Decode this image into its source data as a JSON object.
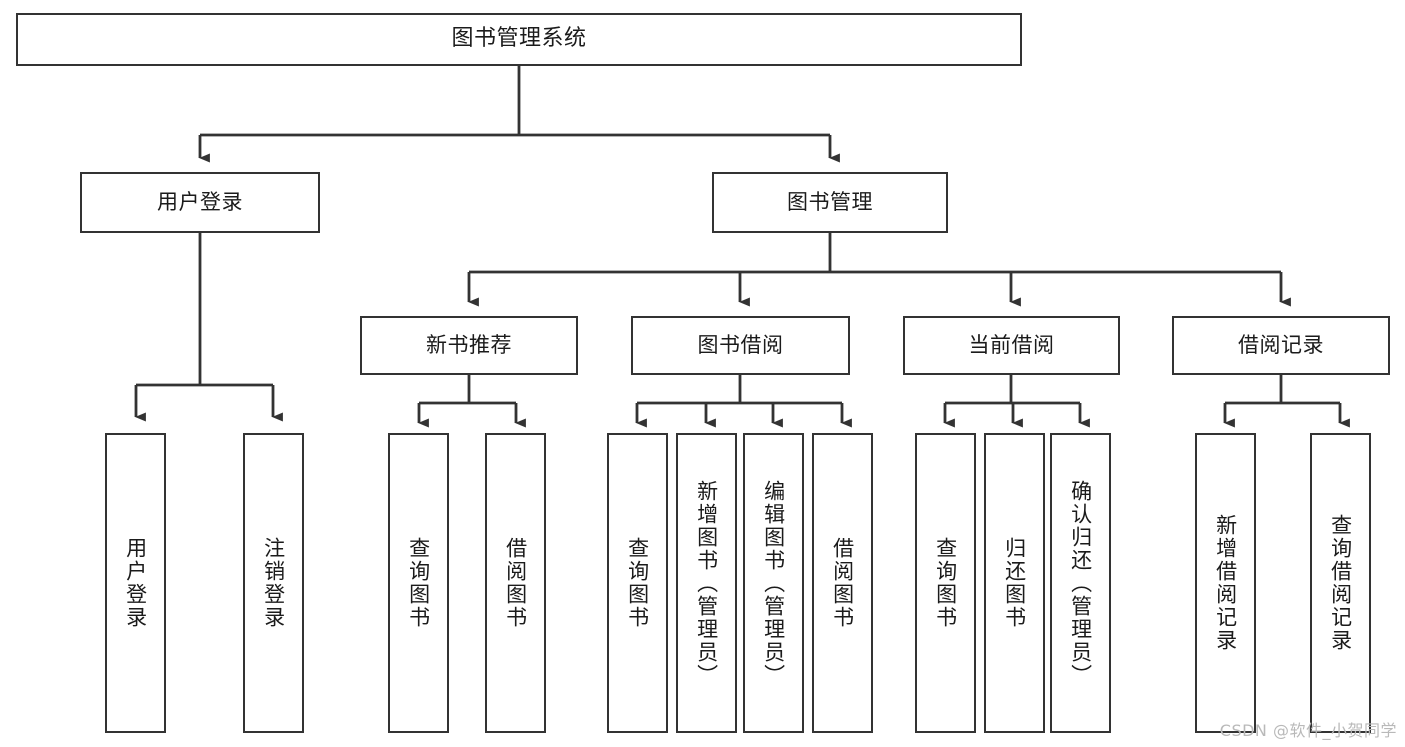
{
  "diagram": {
    "title": "图书管理系统",
    "type": "hierarchy-tree",
    "colors": {
      "background": "#ffffff",
      "border": "#333333",
      "text": "#1b1b1b",
      "connector": "#333333",
      "watermark": "#b9b9b9"
    },
    "root": {
      "label": "图书管理系统"
    },
    "level2": [
      {
        "label": "用户登录"
      },
      {
        "label": "图书管理"
      }
    ],
    "level3": [
      {
        "label": "新书推荐"
      },
      {
        "label": "图书借阅"
      },
      {
        "label": "当前借阅"
      },
      {
        "label": "借阅记录"
      }
    ],
    "leaves_user_login": [
      {
        "label": "用户登录"
      },
      {
        "label": "注销登录"
      }
    ],
    "leaves_new_book": [
      {
        "label": "查询图书"
      },
      {
        "label": "借阅图书"
      }
    ],
    "leaves_borrow": [
      {
        "label": "查询图书"
      },
      {
        "label": "新增图书（管理员）"
      },
      {
        "label": "编辑图书（管理员）"
      },
      {
        "label": "借阅图书"
      }
    ],
    "leaves_current": [
      {
        "label": "查询图书"
      },
      {
        "label": "归还图书"
      },
      {
        "label": "确认归还（管理员）"
      }
    ],
    "leaves_record": [
      {
        "label": "新增借阅记录"
      },
      {
        "label": "查询借阅记录"
      }
    ]
  },
  "watermark": {
    "text": "CSDN @软件_小贺同学"
  }
}
